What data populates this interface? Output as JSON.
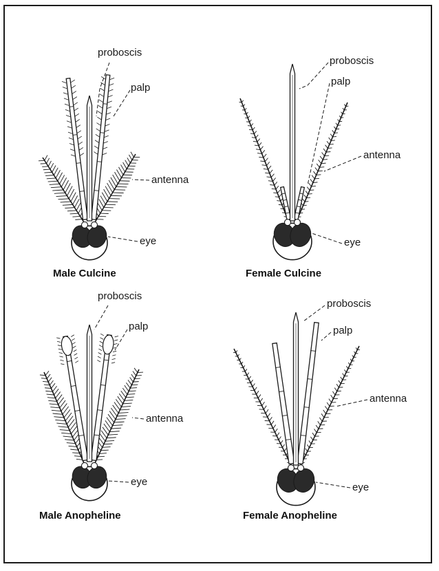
{
  "colors": {
    "ink": "#1a1a1a",
    "eye_fill": "#2a2a2a",
    "background": "#ffffff"
  },
  "panels": [
    {
      "caption": "Male Culcine",
      "labels": {
        "proboscis": "proboscis",
        "palp": "palp",
        "antenna": "antenna",
        "eye": "eye"
      }
    },
    {
      "caption": "Female Culcine",
      "labels": {
        "proboscis": "proboscis",
        "palp": "palp",
        "antenna": "antenna",
        "eye": "eye"
      }
    },
    {
      "caption": "Male Anopheline",
      "labels": {
        "proboscis": "proboscis",
        "palp": "palp",
        "antenna": "antenna",
        "eye": "eye"
      }
    },
    {
      "caption": "Female Anopheline",
      "labels": {
        "proboscis": "proboscis",
        "palp": "palp",
        "antenna": "antenna",
        "eye": "eye"
      }
    }
  ]
}
